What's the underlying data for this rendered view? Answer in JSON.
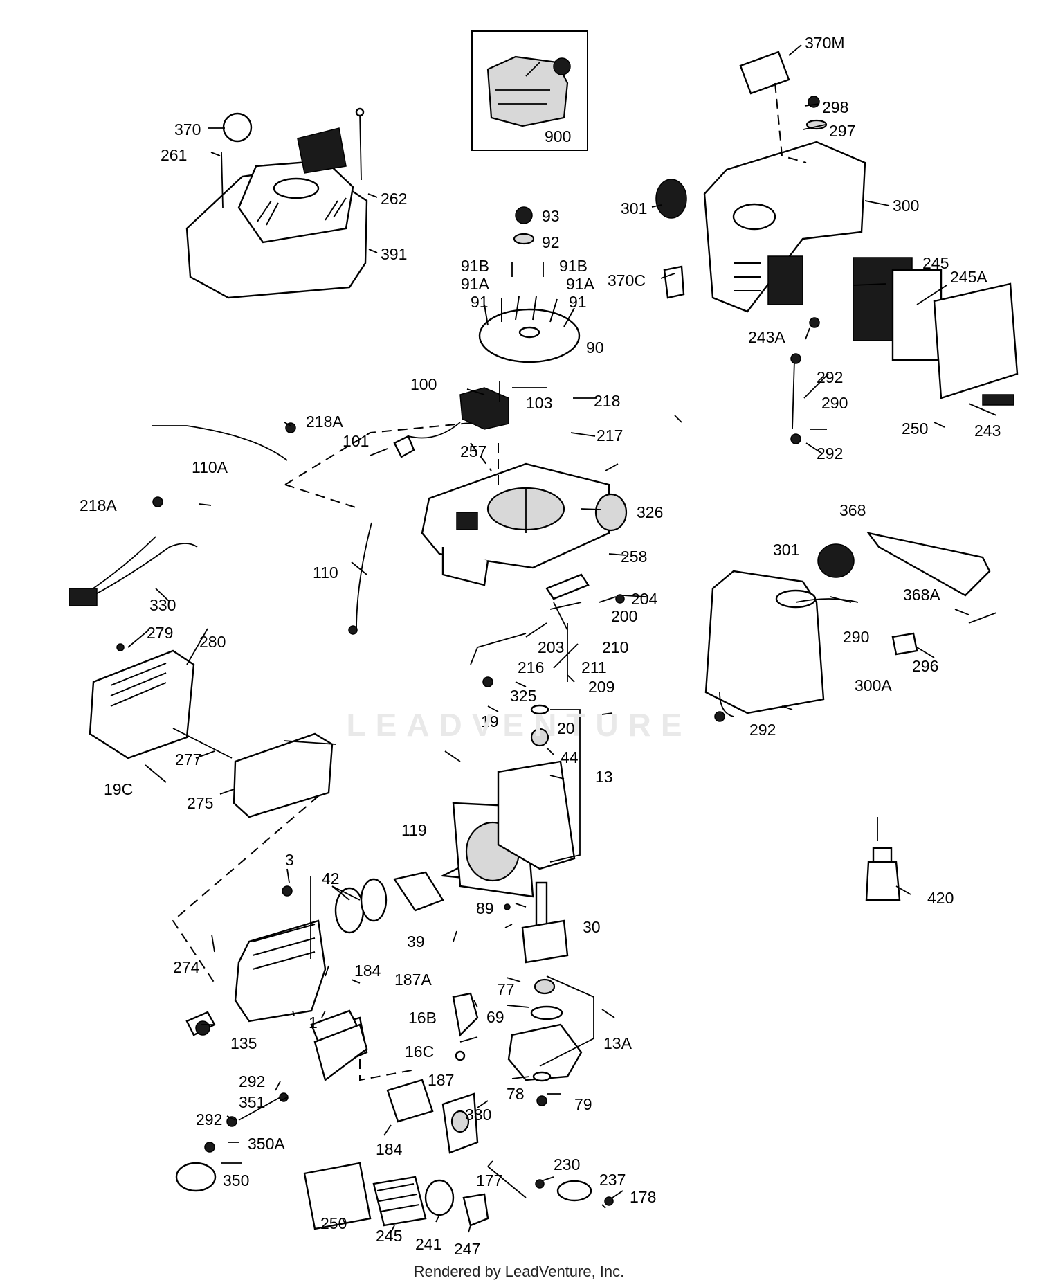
{
  "watermark": "LEADVENTURE",
  "footer": "Rendered by LeadVenture, Inc.",
  "diagram_labels": {
    "p370M": "370M",
    "p298": "298",
    "p297": "297",
    "p300": "300",
    "p301a": "301",
    "p370C": "370C",
    "p245": "245",
    "p245A": "245A",
    "p243A": "243A",
    "p292a": "292",
    "p290a": "290",
    "p292b": "292",
    "p250a": "250",
    "p243": "243",
    "p900": "900",
    "p370": "370",
    "p261": "261",
    "p262": "262",
    "p391": "391",
    "p93": "93",
    "p92": "92",
    "p91B_l": "91B",
    "p91B_r": "91B",
    "p91A_l": "91A",
    "p91A_r": "91A",
    "p91_l": "91",
    "p91_r": "91",
    "p90": "90",
    "p100": "100",
    "p103": "103",
    "p218": "218",
    "p218A_a": "218A",
    "p101": "101",
    "p217": "217",
    "p257": "257",
    "p110A": "110A",
    "p326": "326",
    "p218A_b": "218A",
    "p258": "258",
    "p110": "110",
    "p330": "330",
    "p368": "368",
    "p301b": "301",
    "p368A": "368A",
    "p204": "204",
    "p200": "200",
    "p290b": "290",
    "p296": "296",
    "p279": "279",
    "p280": "280",
    "p203": "203",
    "p210": "210",
    "p216": "216",
    "p211": "211",
    "p209": "209",
    "p325": "325",
    "p300A": "300A",
    "p292c": "292",
    "p19": "19",
    "p20": "20",
    "p44": "44",
    "p277": "277",
    "p19C": "19C",
    "p275": "275",
    "p13": "13",
    "p119": "119",
    "p3": "3",
    "p42": "42",
    "p420": "420",
    "p39": "39",
    "p89": "89",
    "p30": "30",
    "p274": "274",
    "p184a": "184",
    "p187A": "187A",
    "p77": "77",
    "p1": "1",
    "p16B": "16B",
    "p69": "69",
    "p135": "135",
    "p16C": "16C",
    "p13A": "13A",
    "p187": "187",
    "p78": "78",
    "p292d": "292",
    "p79": "79",
    "p351": "351",
    "p380": "380",
    "p292e": "292",
    "p350A": "350A",
    "p184b": "184",
    "p230": "230",
    "p177": "177",
    "p237": "237",
    "p350": "350",
    "p178": "178",
    "p250b": "250",
    "p245b": "245",
    "p241": "241",
    "p247": "247"
  }
}
